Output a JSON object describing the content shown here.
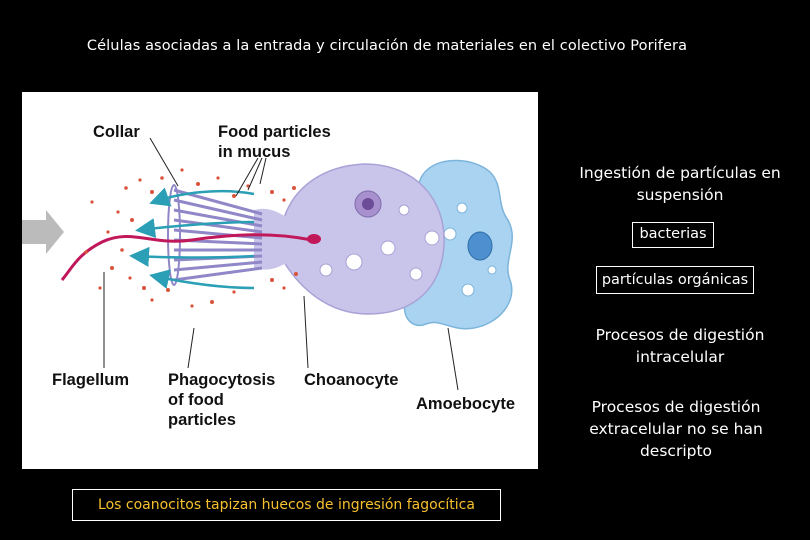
{
  "slide": {
    "title": "Células asociadas a la entrada y circulación de materiales en el colectivo Porifera"
  },
  "diagram": {
    "labels": {
      "collar": "Collar",
      "food_particles": "Food particles\nin mucus",
      "flagellum": "Flagellum",
      "phagocytosis": "Phagocytosis\nof food\nparticles",
      "choanocyte": "Choanocyte",
      "amoebocyte": "Amoebocyte"
    },
    "colors": {
      "choanocyte_fill": "#c9c4ea",
      "amoebocyte_fill": "#a9d3f0",
      "flagellum": "#c0185a",
      "particles": "#d9533a",
      "water_arrows": "#2a9fb5",
      "inflow_arrow": "#bbbbbb"
    }
  },
  "side_notes": {
    "ingestion": "Ingestión de partículas en suspensión",
    "bacteria": "bacterias",
    "organic_particles": "partículas orgánicas",
    "intracellular": "Procesos de digestión intracelular",
    "extracellular": "Procesos de digestión extracelular no se han descripto"
  },
  "caption": "Los coanocitos tapizan huecos de ingresión fagocítica"
}
